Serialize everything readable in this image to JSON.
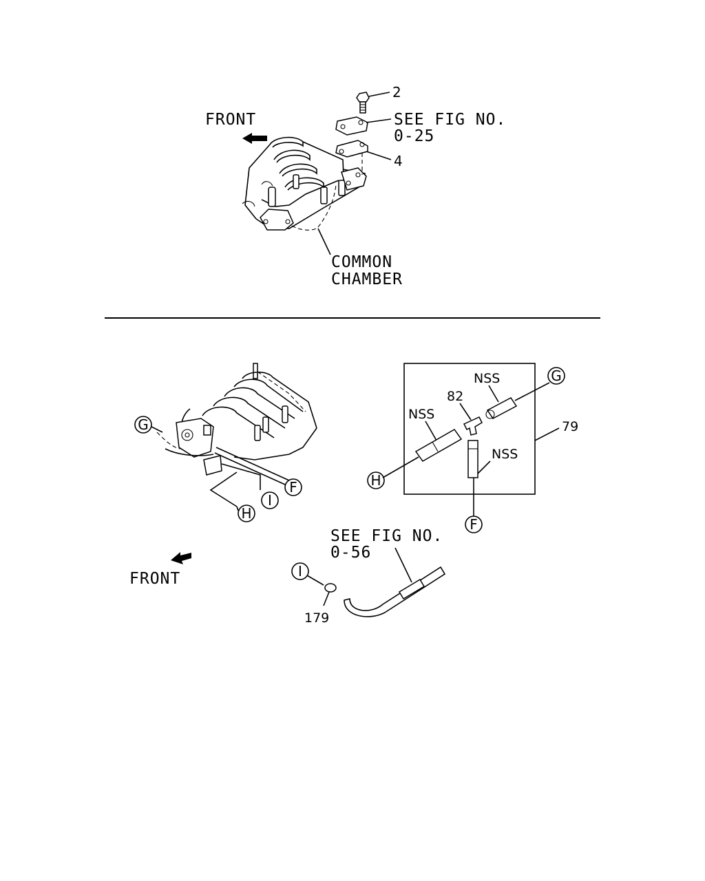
{
  "top_section": {
    "front_label": "FRONT",
    "callout_2": "2",
    "see_fig_line1": "SEE FIG NO.",
    "see_fig_line2": "0-25",
    "callout_4": "4",
    "common_line1": "COMMON",
    "common_line2": "CHAMBER"
  },
  "bottom_section": {
    "left_circle_g": "G",
    "left_circle_f": "F",
    "left_circle_i": "I",
    "left_circle_h": "H",
    "front_label": "FRONT",
    "box_nss_top": "NSS",
    "box_82": "82",
    "box_nss_left": "NSS",
    "box_nss_right": "NSS",
    "box_79": "79",
    "box_circle_g": "G",
    "box_circle_h": "H",
    "box_circle_f": "F",
    "see_fig_line1": "SEE FIG NO.",
    "see_fig_line2": "0-56",
    "circle_i": "I",
    "callout_179": "179"
  }
}
